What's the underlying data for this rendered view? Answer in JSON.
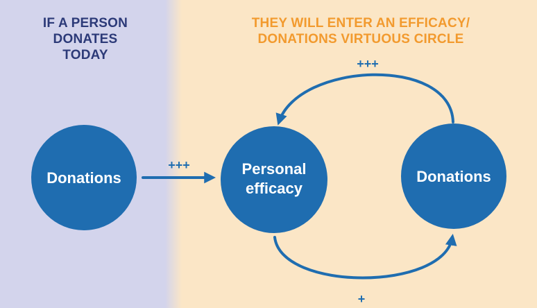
{
  "headings": {
    "left": [
      "IF A PERSON",
      "DONATES",
      "TODAY"
    ],
    "right": [
      "THEY WILL ENTER AN EFFICACY/",
      "DONATIONS VIRTUOUS CIRCLE"
    ]
  },
  "nodes": {
    "left": {
      "label": "Donations"
    },
    "center": {
      "lines": [
        "Personal",
        "efficacy"
      ]
    },
    "right": {
      "label": "Donations"
    }
  },
  "arrows": {
    "left_to_center": "+++",
    "right_to_center_top": "+++",
    "center_to_right_bottom": "+"
  },
  "colors": {
    "left_panel": "#d3d4ec",
    "right_panel": "#fbe6c6",
    "circle": "#1f6db0",
    "heading_left": "#2c3a78",
    "heading_right": "#f29a2e"
  }
}
